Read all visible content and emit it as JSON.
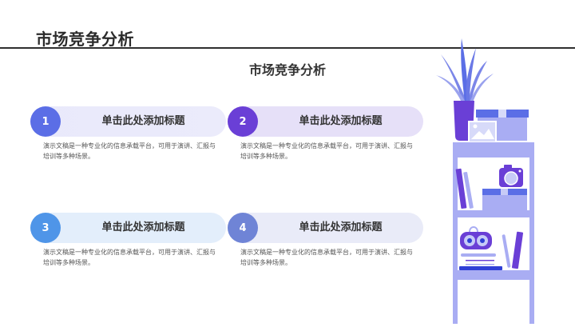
{
  "header": {
    "title": "市场竞争分析"
  },
  "main": {
    "subtitle": "市场竞争分析",
    "cards": [
      {
        "number": "1",
        "title": "单击此处添加标题",
        "description": "演示文稿是一种专业化的信息承载平台，可用于演讲、汇报与培训等多种场景。",
        "circle_color": "#5b6ee6",
        "pill_color": "#ebebfb"
      },
      {
        "number": "2",
        "title": "单击此处添加标题",
        "description": "演示文稿是一种专业化的信息承载平台，可用于演讲、汇报与培训等多种场景。",
        "circle_color": "#6a3fd6",
        "pill_color": "#e6e0f8"
      },
      {
        "number": "3",
        "title": "单击此处添加标题",
        "description": "演示文稿是一种专业化的信息承载平台，可用于演讲、汇报与培训等多种场景。",
        "circle_color": "#4f95e8",
        "pill_color": "#e3eefb"
      },
      {
        "number": "4",
        "title": "单击此处添加标题",
        "description": "演示文稿是一种专业化的信息承载平台，可用于演讲、汇报与培训等多种场景。",
        "circle_color": "#6f84d6",
        "pill_color": "#e9ebf8"
      }
    ]
  },
  "illustration": {
    "name": "bookshelf-illustration",
    "colors": {
      "shelf": "#a9adf3",
      "dark_purple": "#6a3fd6",
      "blue": "#5b6ee6",
      "light": "#c7cbf7",
      "royal": "#2f3fd6"
    }
  }
}
